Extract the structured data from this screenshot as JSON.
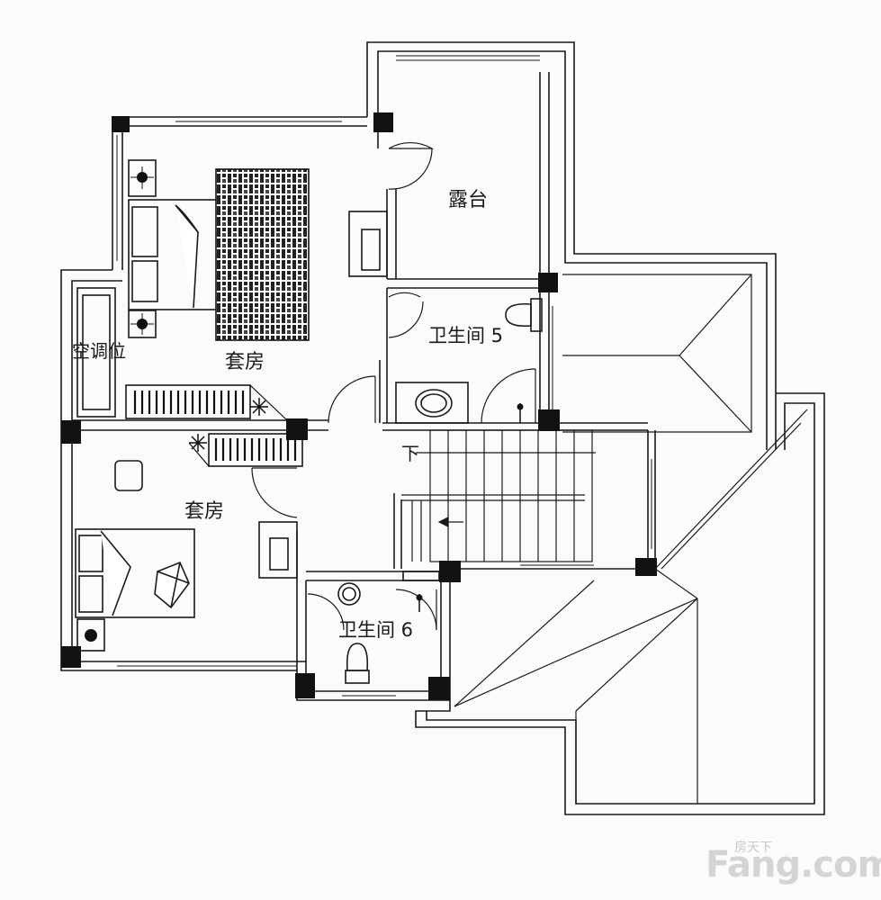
{
  "rooms": {
    "terrace": "露台",
    "suite_upper": "套房",
    "suite_lower": "套房",
    "bath5": "卫生间 5",
    "bath6": "卫生间 6",
    "ac_position": "空调位",
    "stairs_down": "下"
  },
  "watermark": {
    "cn": "房天下",
    "en": "Fang.com"
  },
  "colors": {
    "line": "#1a1a1a",
    "background": "#fbfbfa",
    "watermark": "#d0d0d0"
  }
}
